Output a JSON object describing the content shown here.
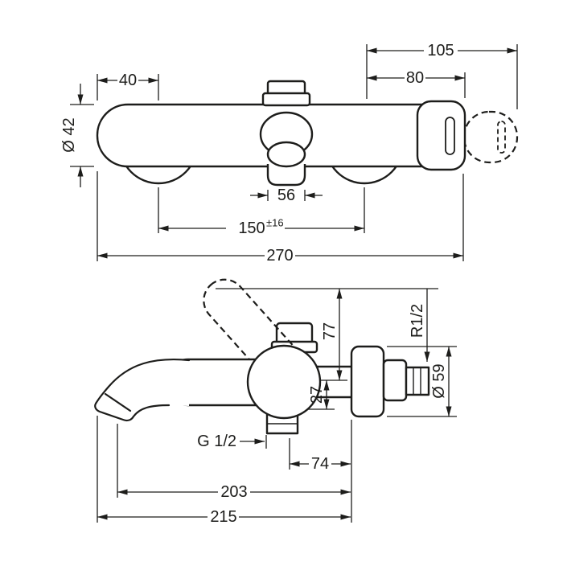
{
  "drawing": {
    "background": "#ffffff",
    "line_color": "#1d1d1b",
    "front": {
      "dims": {
        "d105": "105",
        "d80": "80",
        "d40": "40",
        "d42": "Ø 42",
        "d56": "56",
        "d150": "150",
        "d150_tol": "±16",
        "d270": "270"
      }
    },
    "side": {
      "dims": {
        "d77": "77",
        "dR12": "R1/2",
        "d59": "Ø 59",
        "d27": "27",
        "dG12": "G 1/2",
        "d74": "74",
        "d203": "203",
        "d215": "215"
      }
    }
  }
}
